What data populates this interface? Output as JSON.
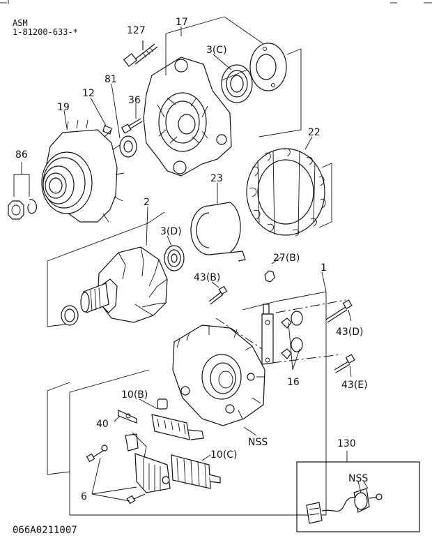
{
  "header": {
    "line1": "ASM",
    "line2": "1-81200-633-*"
  },
  "footer": {
    "code": "066A0211007"
  },
  "callouts": {
    "c127": "127",
    "c17": "17",
    "c3c": "3(C)",
    "c81": "81",
    "c12": "12",
    "c36": "36",
    "c19": "19",
    "c86": "86",
    "c22": "22",
    "c23": "23",
    "c2": "2",
    "c3d": "3(D)",
    "c27b": "27(B)",
    "c1": "1",
    "c43b": "43(B)",
    "c43d": "43(D)",
    "c16": "16",
    "c43e": "43(E)",
    "c10b": "10(B)",
    "c40": "40",
    "nss_main": "NSS",
    "c10c": "10(C)",
    "c130": "130",
    "nss_box": "NSS",
    "c6": "6"
  }
}
